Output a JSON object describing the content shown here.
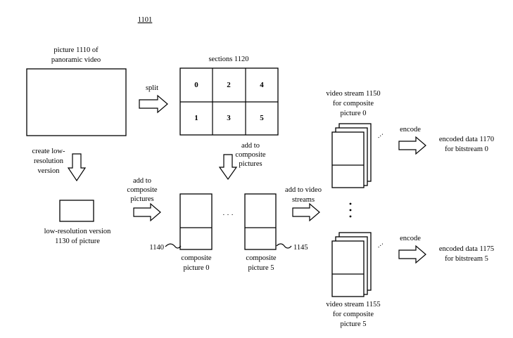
{
  "figure_ref": "1101",
  "panoramic_picture": {
    "label_line1": "picture 1110 of",
    "label_line2": "panoramic video"
  },
  "split_label": "split",
  "sections": {
    "label": "sections 1120",
    "cells": [
      "0",
      "2",
      "4",
      "1",
      "3",
      "5"
    ]
  },
  "add_to_composite_top": {
    "line1": "add to",
    "line2": "composite",
    "line3": "pictures"
  },
  "create_low_res": {
    "line1": "create low-",
    "line2": "resolution",
    "line3": "version"
  },
  "add_to_composite_left": {
    "line1": "add to",
    "line2": "composite",
    "line3": "pictures"
  },
  "low_res_version": {
    "line1": "low-resolution version",
    "line2": "1130 of picture"
  },
  "composite_0": {
    "ref": "1140",
    "line1": "composite",
    "line2": "picture 0"
  },
  "composite_5": {
    "ref": "1145",
    "line1": "composite",
    "line2": "picture 5"
  },
  "ellipsis_h": "· · ·",
  "add_to_video_streams": {
    "line1": "add to video",
    "line2": "streams"
  },
  "video_stream_top": {
    "line1": "video stream 1150",
    "line2": "for composite",
    "line3": "picture 0"
  },
  "video_stream_bottom": {
    "line1": "video stream 1155",
    "line2": "for composite",
    "line3": "picture 5"
  },
  "encode_top": "encode",
  "encode_bottom": "encode",
  "encoded_top": {
    "line1": "encoded data 1170",
    "line2": "for bitstream 0"
  },
  "encoded_bottom": {
    "line1": "encoded data 1175",
    "line2": "for bitstream 5"
  }
}
